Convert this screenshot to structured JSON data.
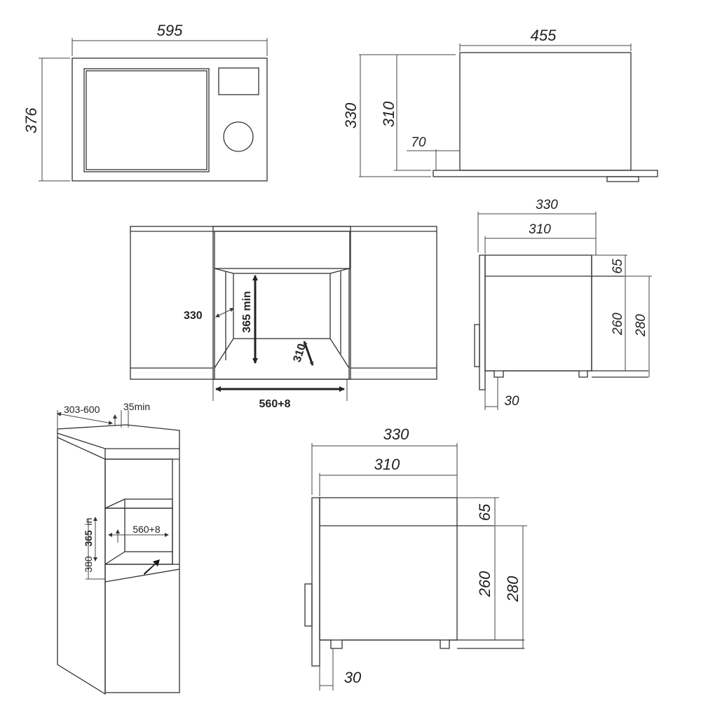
{
  "front_view": {
    "width_label": "595",
    "height_label": "376"
  },
  "side_view_top": {
    "depth_label": "455",
    "height_total_label": "330",
    "height_body_label": "310",
    "offset_label": "70"
  },
  "niche_view": {
    "depth_label": "330",
    "height_min_label": "365 min",
    "bottom_depth_label": "310",
    "width_label": "560+8"
  },
  "side_view_small": {
    "depth_total_label": "330",
    "depth_body_label": "310",
    "top_gap_label": "65",
    "inner_height_label": "260",
    "outer_height_label": "280",
    "foot_label": "30"
  },
  "cabinet_view": {
    "depth_range_label": "303-600",
    "top_gap_label": "35min",
    "width_label": "560+8",
    "height_min_label": "365",
    "height_min_suffix": "in",
    "height_total_label": "380"
  },
  "side_view_large": {
    "depth_total_label": "330",
    "depth_body_label": "310",
    "top_gap_label": "65",
    "inner_height_label": "260",
    "outer_height_label": "280",
    "foot_label": "30"
  }
}
